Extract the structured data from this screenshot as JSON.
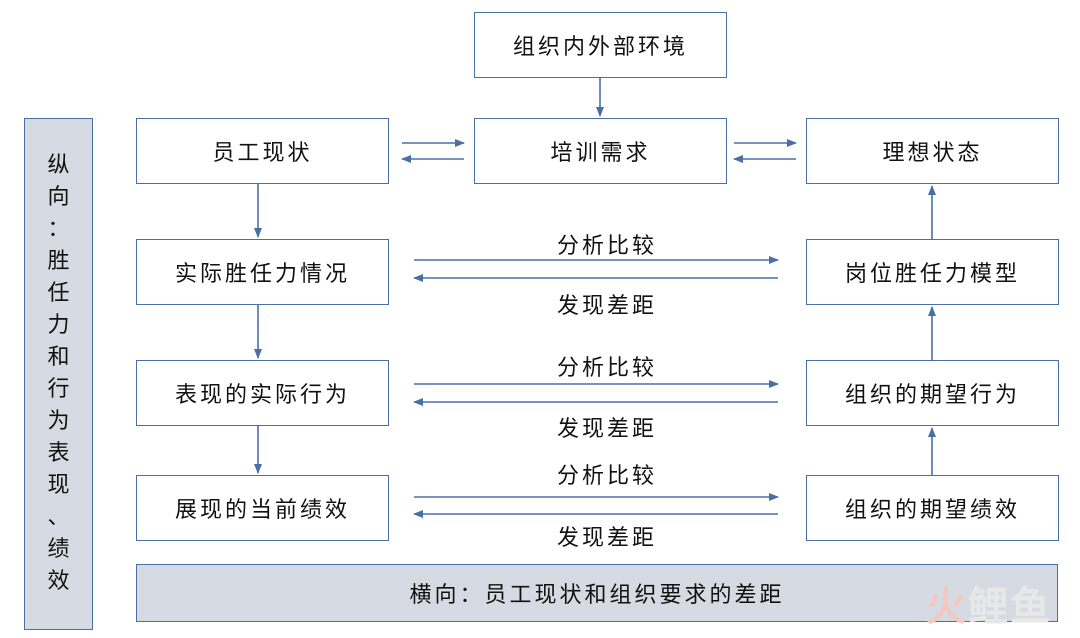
{
  "boxes": {
    "env": "组织内外部环境",
    "current": "员工现状",
    "needs": "培训需求",
    "ideal": "理想状态",
    "actual_competency": "实际胜任力情况",
    "position_model": "岗位胜任力模型",
    "actual_behavior": "表现的实际行为",
    "expected_behavior": "组织的期望行为",
    "current_performance": "展现的当前绩效",
    "expected_performance": "组织的期望绩效"
  },
  "labels": {
    "compare": "分析比较",
    "gap": "发现差距"
  },
  "vertical_band": [
    "纵",
    "向",
    "：",
    "胜",
    "任",
    "力",
    "和",
    "行",
    "为",
    "表",
    "现",
    "、",
    "绩",
    "效"
  ],
  "horizontal_band": "横向：员工现状和组织要求的差距",
  "watermark": {
    "hot": "火",
    "rest": "鲤鱼"
  },
  "colors": {
    "border": "#4a6fa5",
    "arrow": "#4a6fa5",
    "band_fill": "#d6dbe3"
  }
}
